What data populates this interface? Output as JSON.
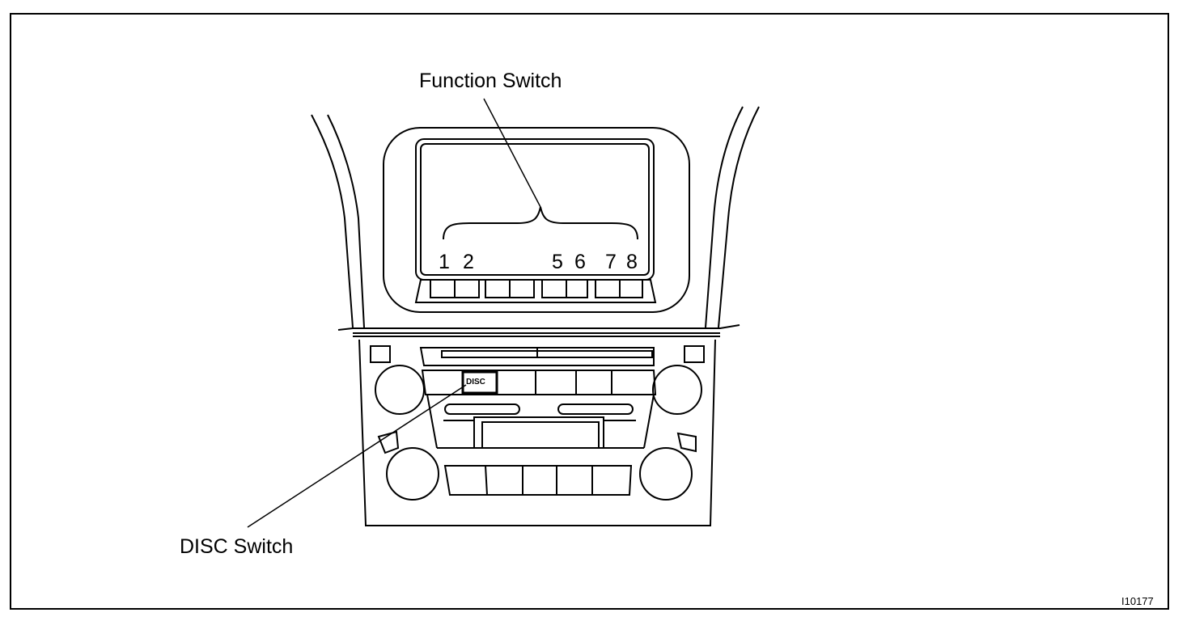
{
  "labels": {
    "function_switch": "Function Switch",
    "disc_switch": "DISC Switch",
    "figure_id": "I10177"
  },
  "screen": {
    "button_numbers": [
      "1",
      "2",
      "5",
      "6",
      "7",
      "8"
    ],
    "disc_button_text": "DISC"
  },
  "colors": {
    "line": "#000000",
    "background": "#ffffff"
  }
}
